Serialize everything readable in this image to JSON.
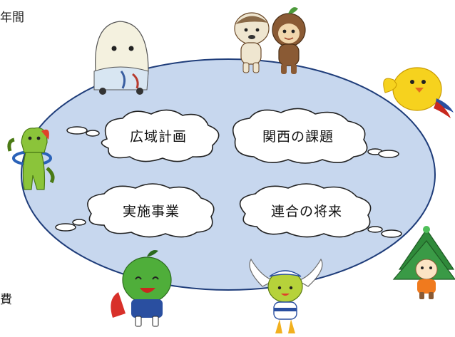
{
  "edge_text": {
    "top": "年間",
    "bottom": "費"
  },
  "bubbles": [
    {
      "label": "広域計画"
    },
    {
      "label": "関西の課題"
    },
    {
      "label": "実施事業"
    },
    {
      "label": "連合の将来"
    }
  ],
  "colors": {
    "ellipse_fill": "#c7d7ee",
    "ellipse_stroke": "#1f3d7a",
    "bubble_fill": "#ffffff",
    "bubble_stroke": "#222222"
  },
  "mascots": [
    {
      "icon": "egg-robot-mascot-icon"
    },
    {
      "icon": "dog-and-monkey-mascots-icon"
    },
    {
      "icon": "yellow-bird-mascot-icon"
    },
    {
      "icon": "green-creature-mascot-icon"
    },
    {
      "icon": "tree-girl-mascot-icon"
    },
    {
      "icon": "green-leaf-runner-mascot-icon"
    },
    {
      "icon": "winged-green-mascot-icon"
    }
  ]
}
